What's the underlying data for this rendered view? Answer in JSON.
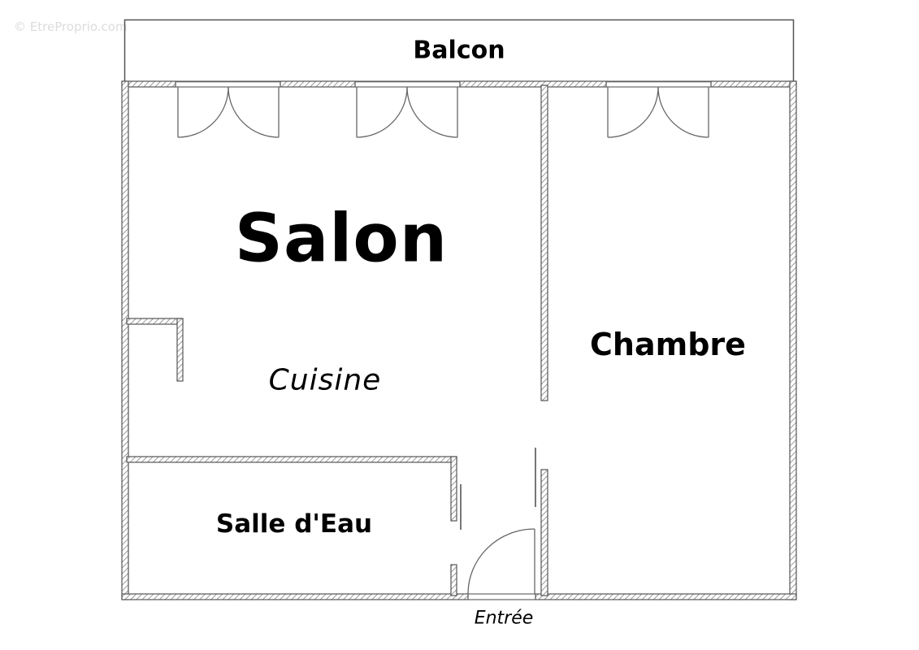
{
  "watermark": {
    "text": "© EtreProprio.com"
  },
  "plan": {
    "rooms": {
      "balcon": "Balcon",
      "salon": "Salon",
      "cuisine": "Cuisine",
      "chambre": "Chambre",
      "salle_deau": "Salle d'Eau",
      "entree": "Entrée"
    },
    "colors": {
      "wall_stroke": "#555555",
      "hatch": "#9a9a9a",
      "line": "#666666",
      "text": "#000000",
      "background": "#ffffff"
    }
  }
}
